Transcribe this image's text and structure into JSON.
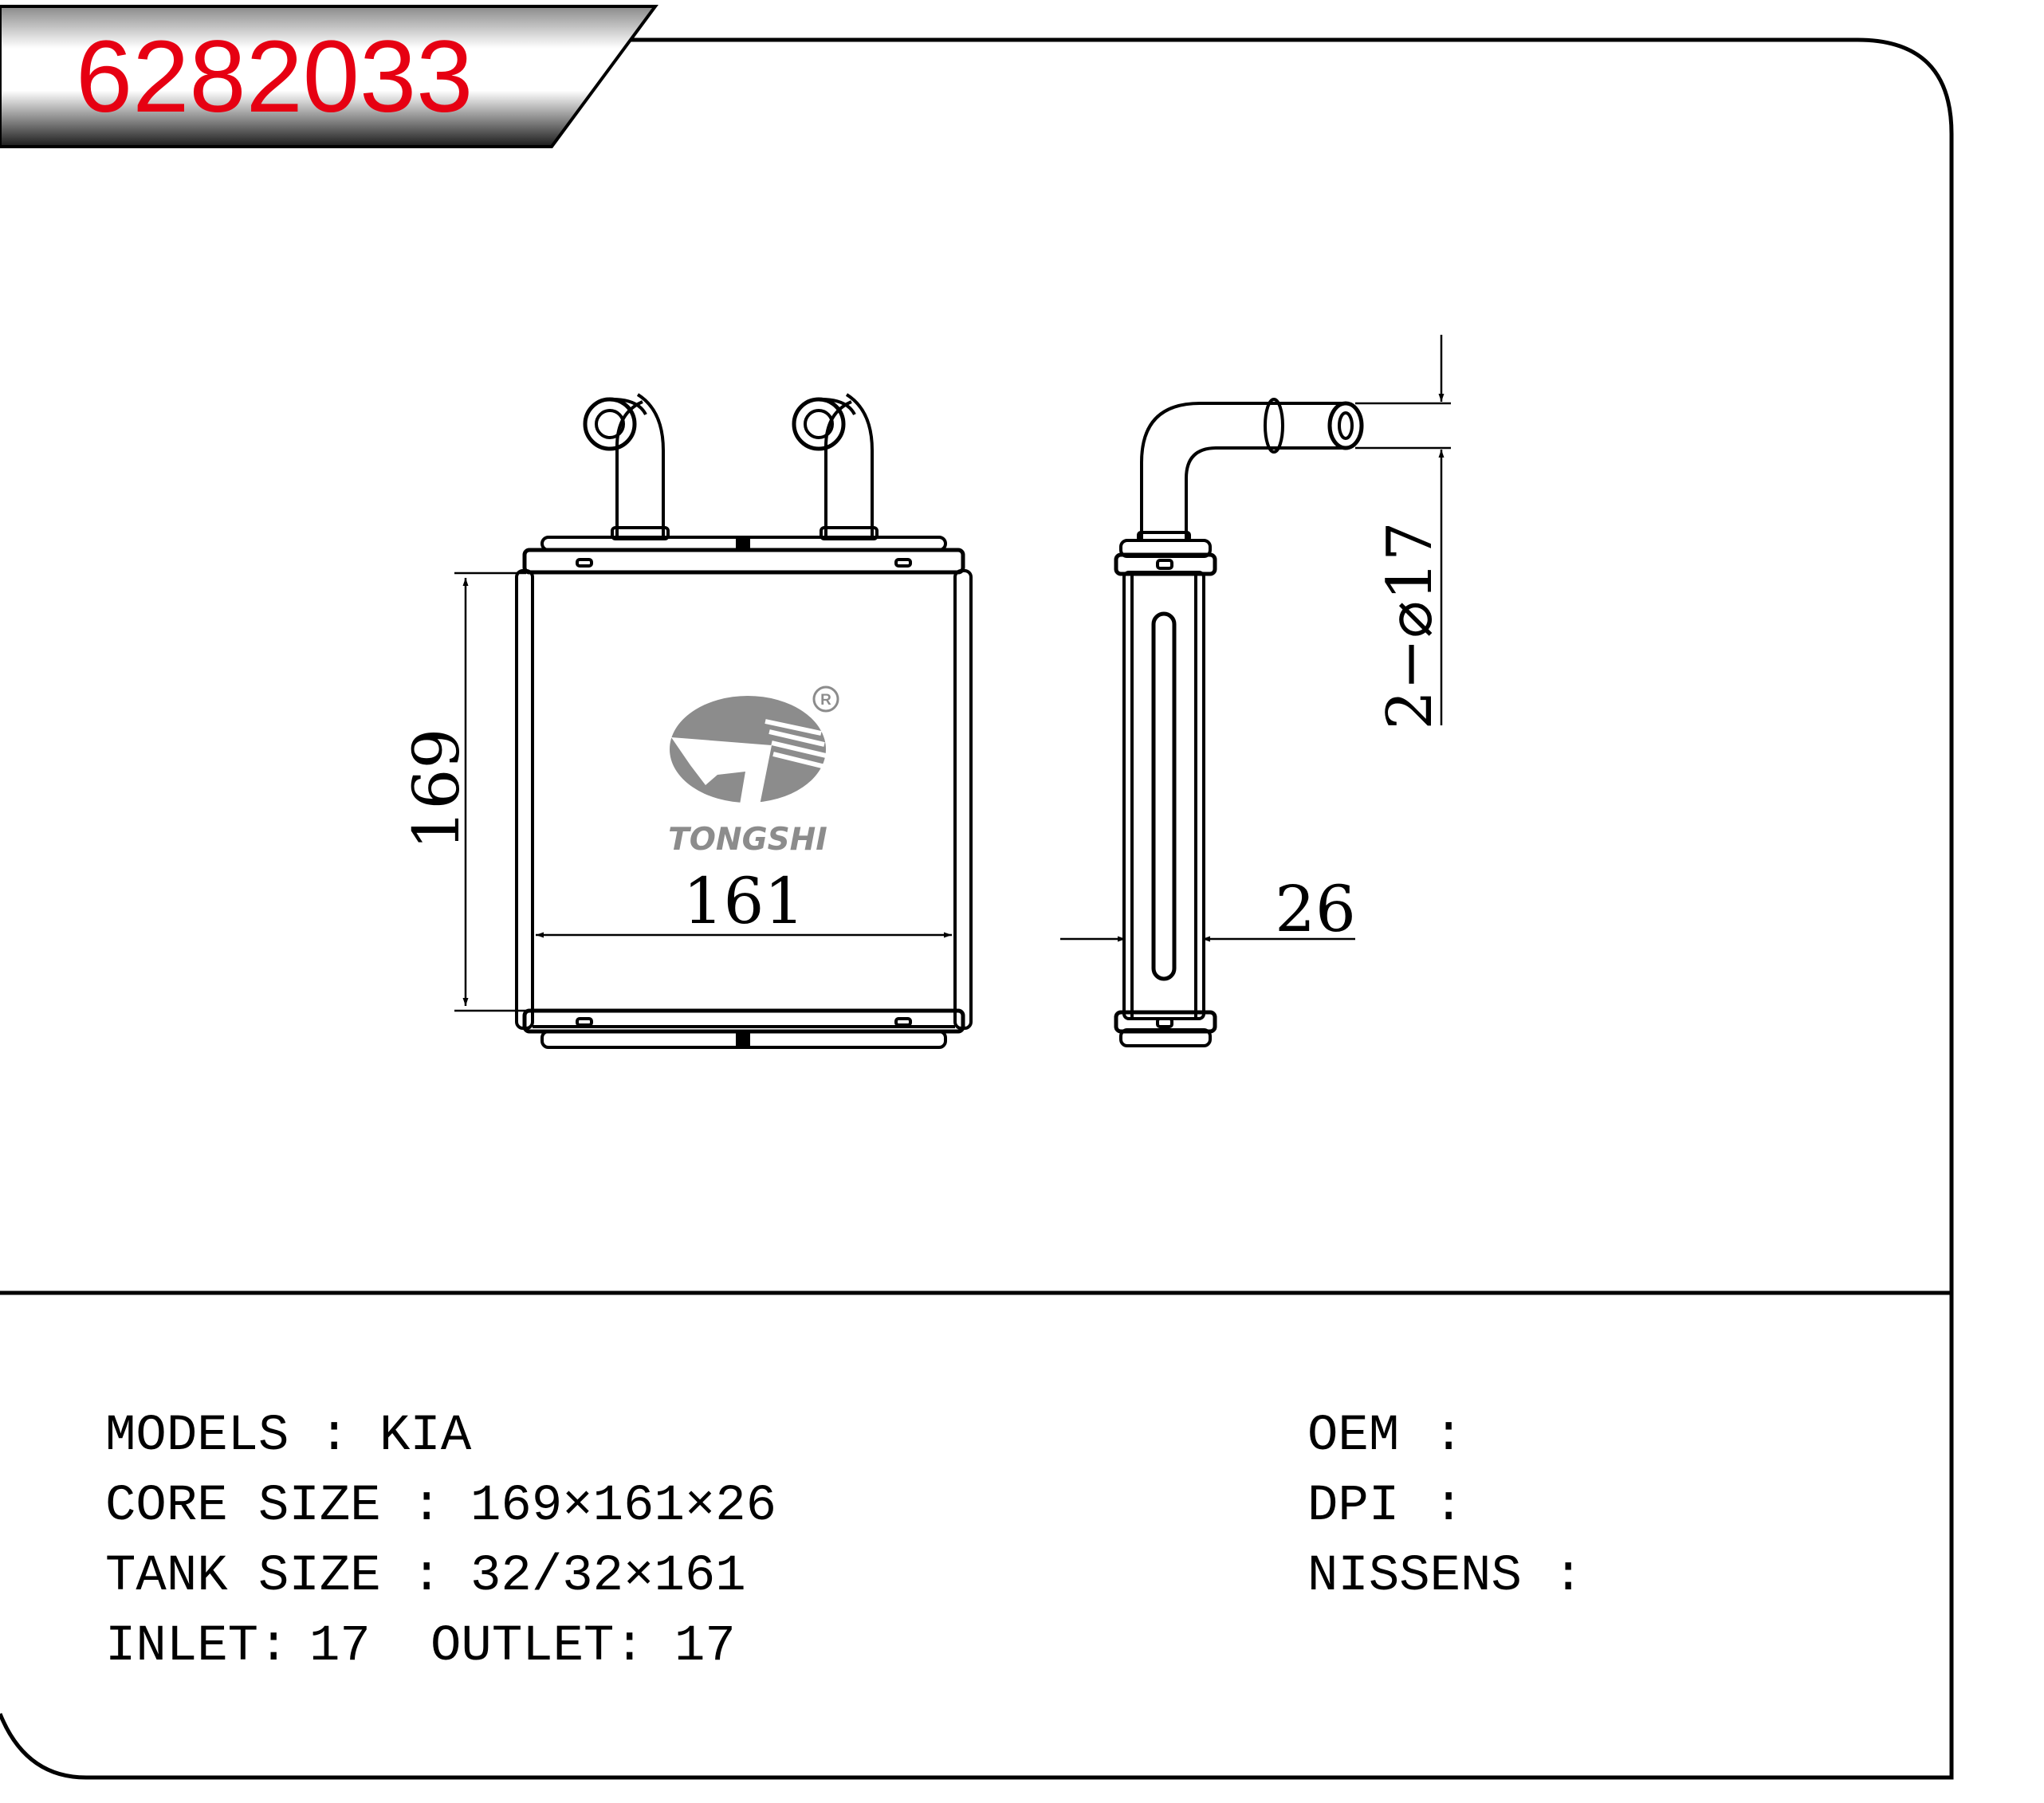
{
  "part_number": "6282033",
  "brand": {
    "name": "TONGSHI",
    "registered_mark": "R",
    "color": "#8c8c8c"
  },
  "colors": {
    "part_number": "#e60012",
    "line": "#000000"
  },
  "drawing": {
    "height_dim": "169",
    "width_dim": "161",
    "depth_dim": "26",
    "pipe_dim": "2−⌀17"
  },
  "specs": {
    "models": {
      "label": "MODELS",
      "sep": ":",
      "value": "KIA"
    },
    "core_size": {
      "label": "CORE SIZE",
      "sep": ":",
      "value": "169×161×26"
    },
    "tank_size": {
      "label": "TANK SIZE",
      "sep": ":",
      "value": "32/32×161"
    },
    "inlet": {
      "label": "INLET:",
      "value": "17"
    },
    "outlet": {
      "label": "OUTLET:",
      "value": "17"
    },
    "oem": {
      "label": "OEM",
      "sep": ":",
      "value": ""
    },
    "dpi": {
      "label": "DPI",
      "sep": ":",
      "value": ""
    },
    "nissens": {
      "label": "NISSENS",
      "sep": ":",
      "value": ""
    }
  }
}
